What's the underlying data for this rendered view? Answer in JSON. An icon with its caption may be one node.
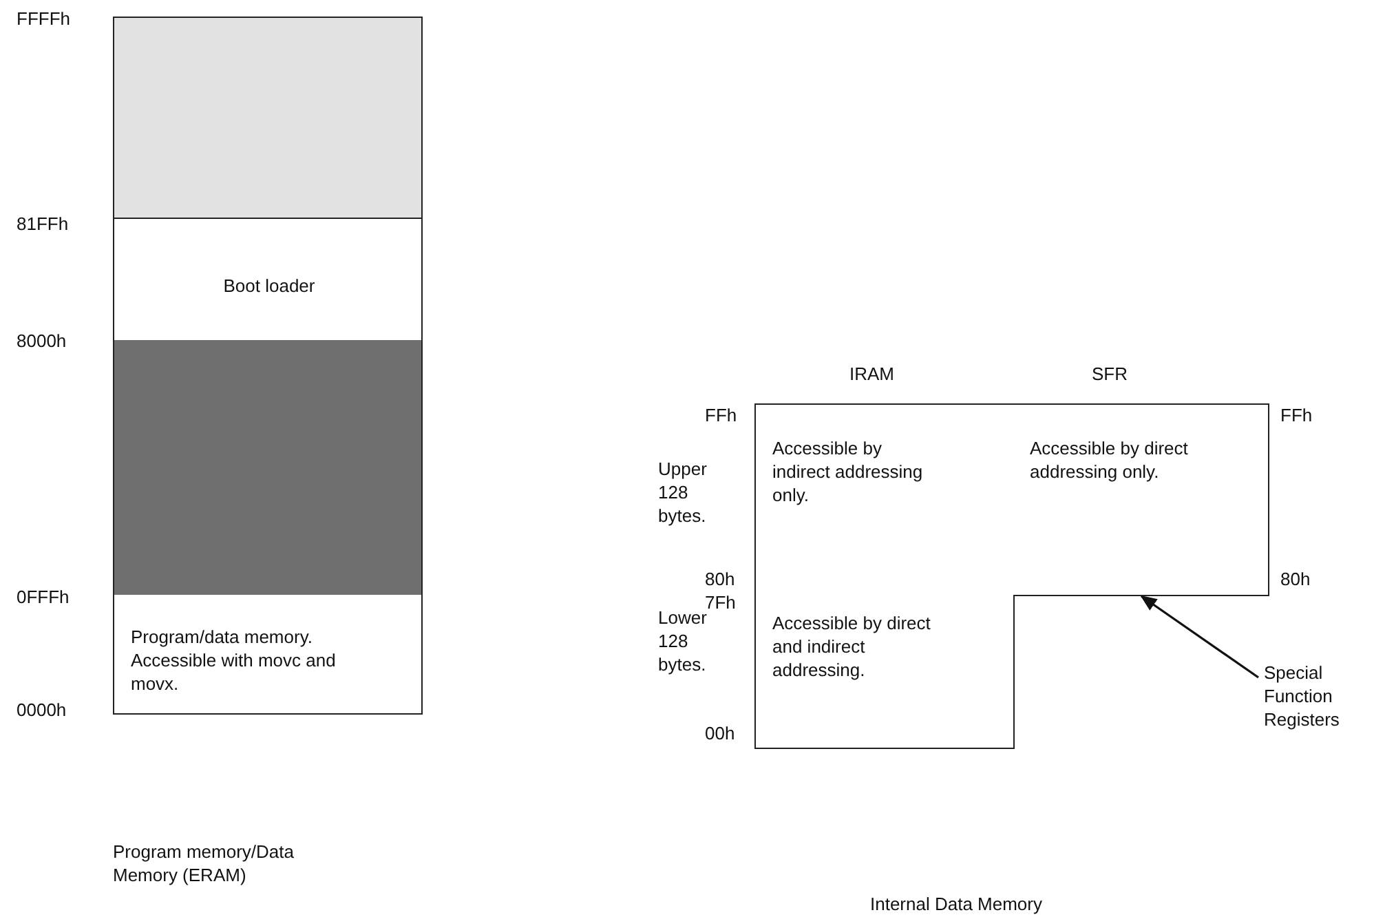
{
  "diagram": {
    "nodes": [
      {
        "text": [],
        "shape": "box"
      },
      {
        "text": [
          "Boot loader"
        ]
      },
      {
        "text": [],
        "shape": "box"
      },
      {
        "text": [
          "Program/data memory. Accessible with movc and movx."
        ]
      },
      {
        "text": [
          "Accessible by indirect addressing only."
        ]
      },
      {
        "text": [
          "Accessible by direct addressing only."
        ]
      },
      {
        "text": [
          "Accessible by direct and indirect addressing."
        ]
      },
      {
        "text": [
          "Special Function Registers"
        ]
      }
    ],
    "edges": [
      {
        "from": 7,
        "to": 5,
        "arrow": "to"
      }
    ],
    "labels": [
      "FFFFh",
      "81FFh",
      "8000h",
      "0FFFh",
      "0000h",
      "Program memory/Data Memory (ERAM)",
      "IRAM",
      "SFR",
      "FFh",
      "FFh",
      "Upper 128 bytes.",
      "80h",
      "80h",
      "7Fh",
      "Lower 128 bytes.",
      "00h",
      "Internal Data Memory"
    ]
  }
}
